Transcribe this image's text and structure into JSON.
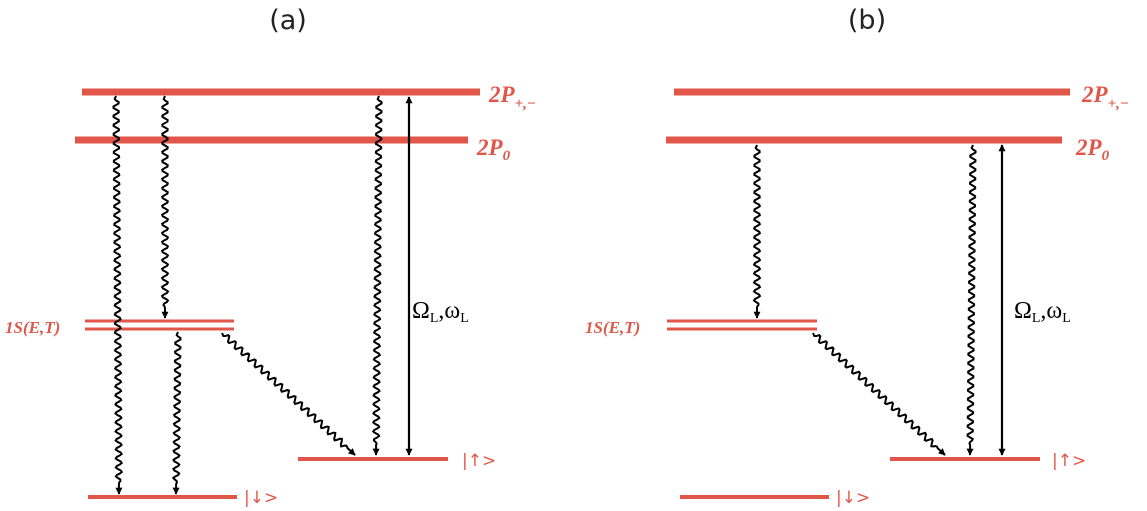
{
  "panels": [
    {
      "label": "(a)",
      "levels": {
        "p_pm": "2P",
        "p_pm_sub": "+,−",
        "p_zero": "2P",
        "p_zero_sub": "0",
        "s": "1S(E,T)"
      },
      "kets": {
        "up": "|↑>",
        "down": "|↓>"
      },
      "laser": {
        "omega": "Ω",
        "omega_sub": "L",
        "sep": ",",
        "freq": "ω",
        "freq_sub": "L"
      }
    },
    {
      "label": "(b)",
      "levels": {
        "p_pm": "2P",
        "p_pm_sub": "+,−",
        "p_zero": "2P",
        "p_zero_sub": "0",
        "s": "1S(E,T)"
      },
      "kets": {
        "up": "|↑>",
        "down": "|↓>"
      },
      "laser": {
        "omega": "Ω",
        "omega_sub": "L",
        "sep": ",",
        "freq": "ω",
        "freq_sub": "L"
      }
    }
  ],
  "colors": {
    "level": "#e0574a",
    "arrow": "#000000"
  }
}
